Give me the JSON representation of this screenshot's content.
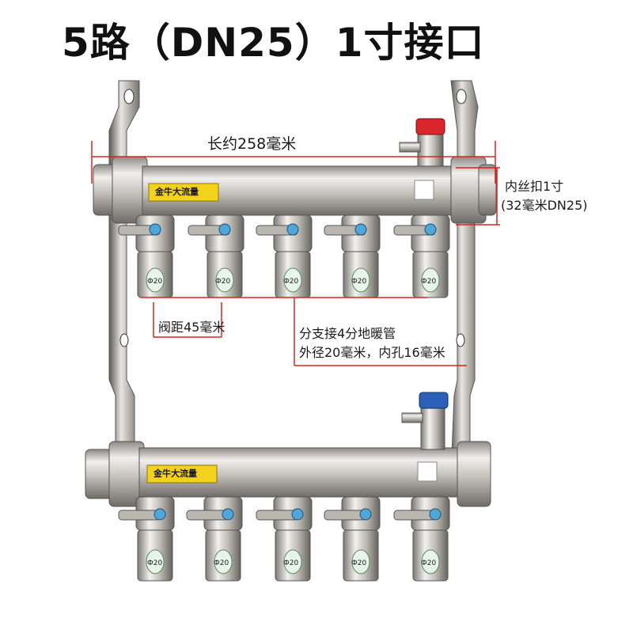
{
  "title": "5路（DN25）1寸接口",
  "annotations": {
    "length": "长约258毫米",
    "inner_thread_line1": "内丝扣1寸",
    "inner_thread_line2": "(32毫米DN25)",
    "valve_spacing": "阀距45毫米",
    "branch_line1": "分支接4分地暖管",
    "branch_line2": "外径20毫米，内孔16毫米"
  },
  "product_label": "金牛大流量",
  "port_mark": "Ф20",
  "colors": {
    "measure_line": "#e0201f",
    "steel": "#c9c6c0",
    "label_yellow": "#f2d21b",
    "valve_red": "#d8262a",
    "valve_blue": "#2b5fb8"
  },
  "branch_count": 5
}
